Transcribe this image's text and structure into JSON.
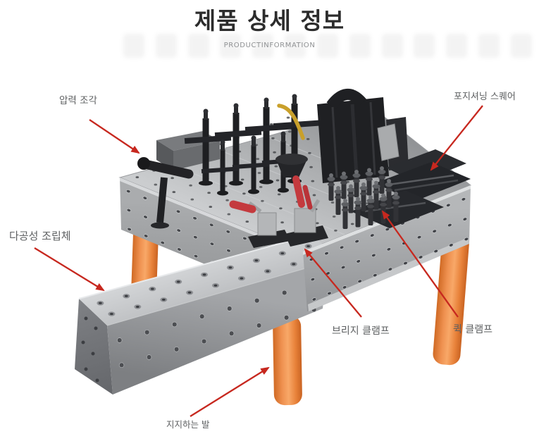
{
  "header": {
    "title": "제품 상세 정보",
    "subtitle": "PRODUCTINFORMATION"
  },
  "product": {
    "image_name": "welding-fixture-table-photo",
    "annotations": [
      {
        "id": "pressure-piece",
        "label": "압력 조각"
      },
      {
        "id": "positioning-square",
        "label": "포지셔닝 스퀘어"
      },
      {
        "id": "porous-assembly",
        "label": "다공성 조립체"
      },
      {
        "id": "bridge-clamp",
        "label": "브리지 클램프"
      },
      {
        "id": "quick-clamp",
        "label": "퀵 클램프"
      },
      {
        "id": "support-feet",
        "label": "지지하는 발"
      }
    ],
    "colors": {
      "arrow": "#c7281f",
      "table_steel": "#b0b2b4",
      "leg_orange": "#ef8840",
      "fixture_black": "#202124",
      "clamp_handle_red": "#c43a3e",
      "hose_yellow": "#c9a02b",
      "label_text": "#5e6062",
      "title_text": "#2c2c2c"
    }
  }
}
